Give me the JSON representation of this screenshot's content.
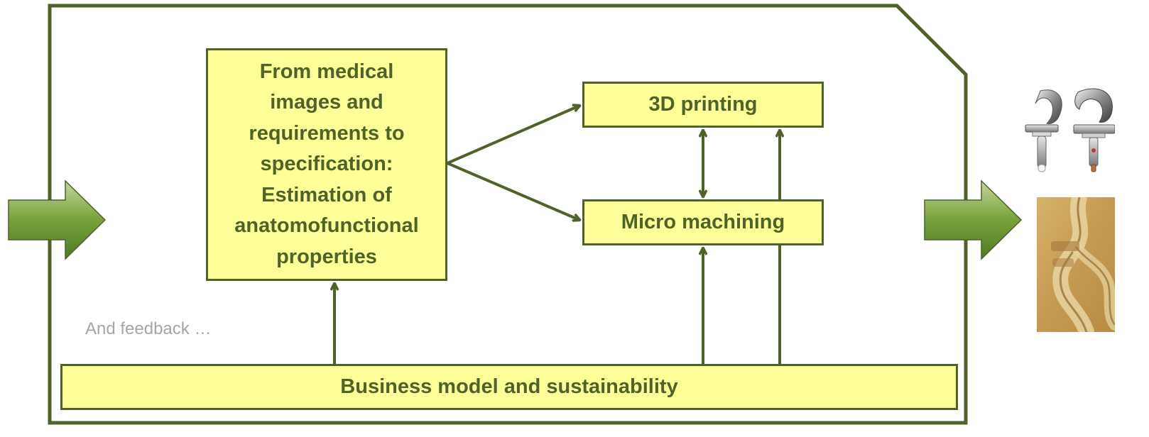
{
  "boxes": {
    "medical": {
      "lines": [
        "From medical",
        "images and",
        "requirements to",
        "specification:",
        "Estimation of",
        "anatomofunctional",
        "properties"
      ]
    },
    "printing": "3D printing",
    "machining": "Micro machining",
    "business": "Business model and sustainability"
  },
  "feedback_note": "And feedback …",
  "colors": {
    "border": "#4f6228",
    "box_fill": "#ffff99",
    "note_text": "#a6a6a6",
    "arrow_gradient_light": "#c3d69b",
    "arrow_gradient_dark": "#4f7a28"
  },
  "images": {
    "top": "knee-implant-photo",
    "bottom": "vascular-phantom-photo"
  }
}
